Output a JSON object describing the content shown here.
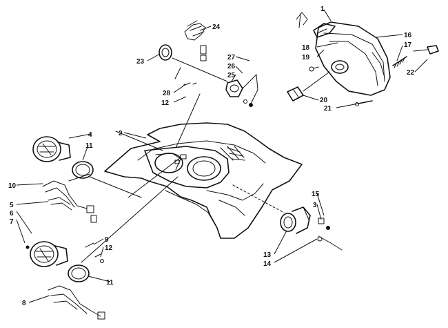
{
  "callouts": {
    "c1": "1",
    "c2": "2",
    "c3": "3",
    "c4": "4",
    "c5": "5",
    "c6": "6",
    "c7": "7",
    "c8": "8",
    "c9": "9",
    "c10": "10",
    "c11a": "11",
    "c11b": "11",
    "c12a": "12",
    "c12b": "12",
    "c13": "13",
    "c14": "14",
    "c15": "15",
    "c16": "16",
    "c17": "17",
    "c18": "18",
    "c19": "19",
    "c20": "20",
    "c21": "21",
    "c22": "22",
    "c23": "23",
    "c24": "24",
    "c25": "25",
    "c26": "26",
    "c27": "27",
    "c28": "28"
  },
  "colors": {
    "ink": "#111111",
    "paper": "#ffffff"
  }
}
